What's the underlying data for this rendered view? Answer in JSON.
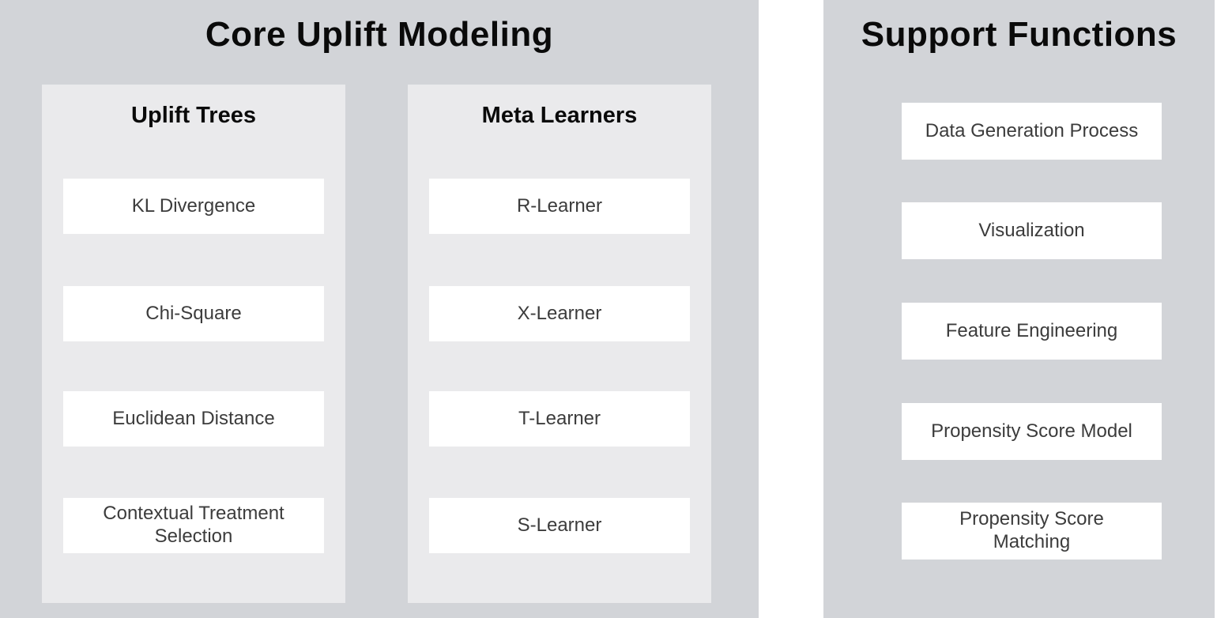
{
  "palette": {
    "page_bg": "#ffffff",
    "panel_bg": "#d2d4d8",
    "column_bg": "#eaeaec",
    "box_bg": "#ffffff",
    "heading_color": "#0a0a0a",
    "box_text_color": "#3c3c3c"
  },
  "core": {
    "title": "Core Uplift Modeling",
    "columns": [
      {
        "title": "Uplift Trees",
        "items": [
          "KL Divergence",
          "Chi-Square",
          "Euclidean Distance",
          "Contextual Treatment\nSelection"
        ]
      },
      {
        "title": "Meta Learners",
        "items": [
          "R-Learner",
          "X-Learner",
          "T-Learner",
          "S-Learner"
        ]
      }
    ]
  },
  "support": {
    "title": "Support Functions",
    "items": [
      "Data Generation Process",
      "Visualization",
      "Feature Engineering",
      "Propensity Score Model",
      "Propensity Score\nMatching"
    ]
  }
}
